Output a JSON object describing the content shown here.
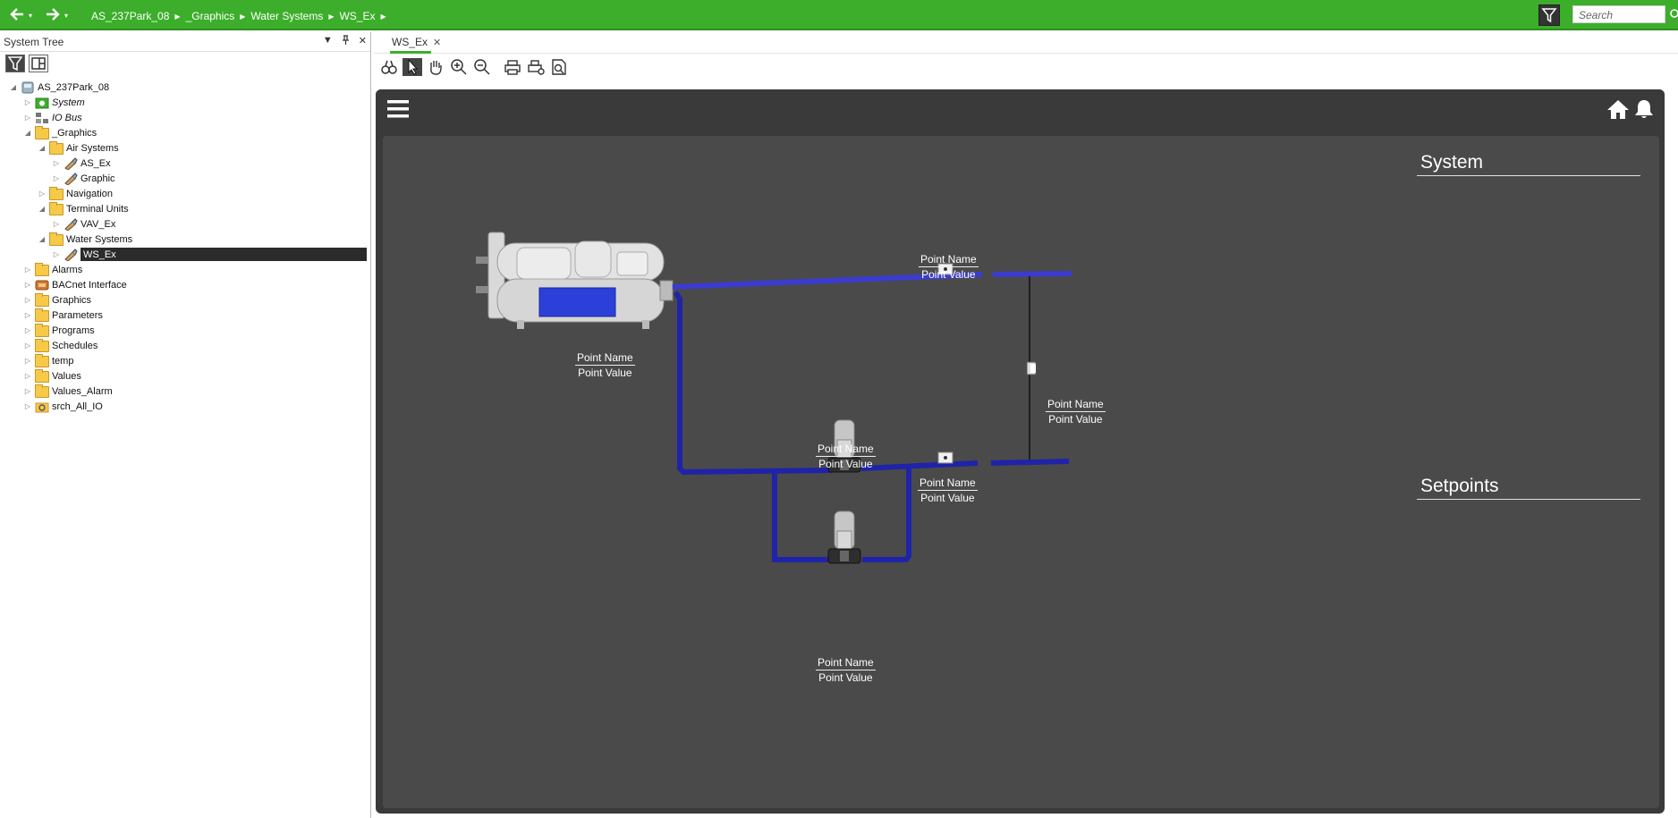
{
  "nav": {
    "breadcrumb": [
      "AS_237Park_08",
      "_Graphics",
      "Water Systems",
      "WS_Ex"
    ],
    "search_placeholder": "Search"
  },
  "left_panel": {
    "title": "System Tree",
    "tree": [
      {
        "label": "AS_237Park_08",
        "depth": 0,
        "expanded": true,
        "icon": "server-icon"
      },
      {
        "label": "System",
        "depth": 1,
        "icon": "system-icon",
        "italic": true
      },
      {
        "label": "IO Bus",
        "depth": 1,
        "icon": "io-bus-icon",
        "italic": true
      },
      {
        "label": "_Graphics",
        "depth": 1,
        "expanded": true,
        "icon": "folder-icon"
      },
      {
        "label": "Air Systems",
        "depth": 2,
        "expanded": true,
        "icon": "folder-icon"
      },
      {
        "label": "AS_Ex",
        "depth": 3,
        "icon": "graphic-icon"
      },
      {
        "label": "Graphic",
        "depth": 3,
        "icon": "graphic-icon"
      },
      {
        "label": "Navigation",
        "depth": 2,
        "icon": "folder-icon"
      },
      {
        "label": "Terminal Units",
        "depth": 2,
        "expanded": true,
        "icon": "folder-icon"
      },
      {
        "label": "VAV_Ex",
        "depth": 3,
        "icon": "graphic-icon"
      },
      {
        "label": "Water Systems",
        "depth": 2,
        "expanded": true,
        "icon": "folder-icon"
      },
      {
        "label": "WS_Ex",
        "depth": 3,
        "icon": "graphic-icon",
        "selected": true
      },
      {
        "label": "Alarms",
        "depth": 1,
        "icon": "folder-icon"
      },
      {
        "label": "BACnet Interface",
        "depth": 1,
        "icon": "bacnet-icon"
      },
      {
        "label": "Graphics",
        "depth": 1,
        "icon": "folder-icon"
      },
      {
        "label": "Parameters",
        "depth": 1,
        "icon": "folder-icon"
      },
      {
        "label": "Programs",
        "depth": 1,
        "icon": "folder-icon"
      },
      {
        "label": "Schedules",
        "depth": 1,
        "icon": "folder-icon"
      },
      {
        "label": "temp",
        "depth": 1,
        "icon": "folder-icon"
      },
      {
        "label": "Values",
        "depth": 1,
        "icon": "folder-icon"
      },
      {
        "label": "Values_Alarm",
        "depth": 1,
        "icon": "folder-icon"
      },
      {
        "label": "srch_All_IO",
        "depth": 1,
        "icon": "search-folder-icon"
      }
    ]
  },
  "tabs": [
    {
      "label": "WS_Ex",
      "active": true
    }
  ],
  "graphic": {
    "sections": {
      "system": "System",
      "setpoints": "Setpoints"
    },
    "point_labels": [
      {
        "name": "Point Name",
        "value": "Point Value"
      },
      {
        "name": "Point Name",
        "value": "Point Value"
      },
      {
        "name": "Point Name",
        "value": "Point Value"
      },
      {
        "name": "Point Name",
        "value": "Point Value"
      },
      {
        "name": "Point Name",
        "value": "Point Value"
      },
      {
        "name": "Point Name",
        "value": "Point Value"
      }
    ]
  },
  "colors": {
    "topbar": "#3dae2b",
    "pipe": "#3b3bd0",
    "canvas": "#4a4a4a"
  }
}
